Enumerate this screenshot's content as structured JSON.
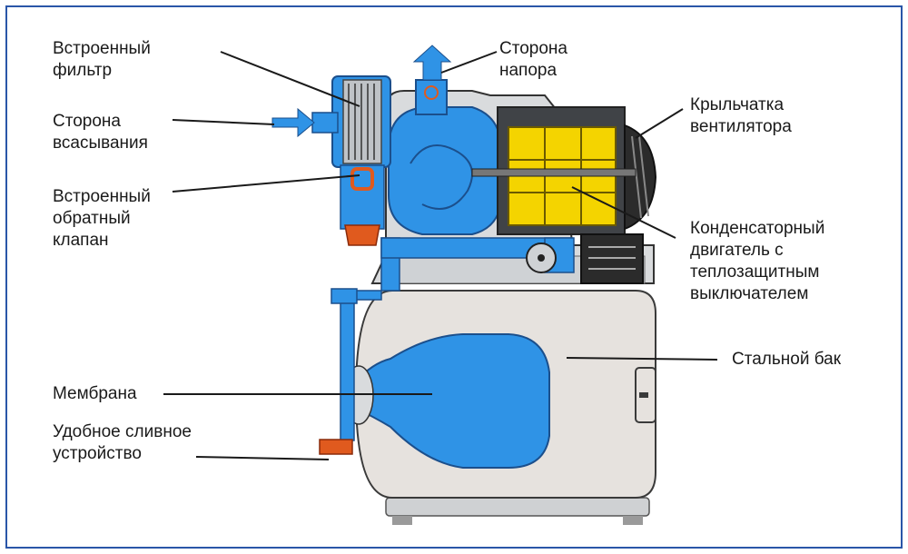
{
  "labels": {
    "builtin_filter": [
      "Встроенный",
      "фильтр"
    ],
    "suction_side": [
      "Сторона",
      "всасывания"
    ],
    "check_valve": [
      "Встроенный",
      "обратный",
      "клапан"
    ],
    "pressure_side": [
      "Сторона",
      "напора"
    ],
    "fan_impeller": [
      "Крыльчатка",
      "вентилятора"
    ],
    "motor": [
      "Конденсаторный",
      "двигатель с",
      "теплозащитным",
      "выключателем"
    ],
    "steel_tank": "Стальной бак",
    "membrane": "Мембрана",
    "drain": [
      "Удобное сливное",
      "устройство"
    ]
  },
  "colors": {
    "frame_border": "#2a56a8",
    "water_blue": "#2f93e6",
    "tank_gray": "#e6e2de",
    "housing_gray": "#d4d6d8",
    "motor_yellow": "#f4d400",
    "drain_orange": "#e05a1e",
    "dark": "#2b2b2b",
    "leader_line": "#1a1a1a"
  },
  "icons": {
    "suction_arrow": "arrow-right-icon",
    "pressure_arrow": "arrow-up-icon"
  }
}
